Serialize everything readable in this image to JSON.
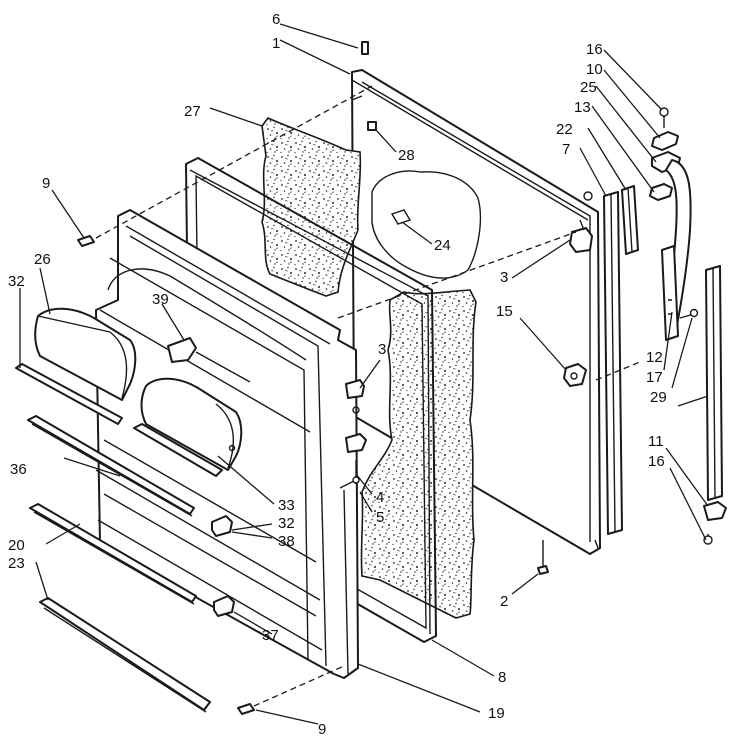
{
  "diagram": {
    "callouts": [
      {
        "id": "6a",
        "text": "6"
      },
      {
        "id": "1",
        "text": "1"
      },
      {
        "id": "27",
        "text": "27"
      },
      {
        "id": "28",
        "text": "28"
      },
      {
        "id": "9a",
        "text": "9"
      },
      {
        "id": "26",
        "text": "26"
      },
      {
        "id": "32a",
        "text": "32"
      },
      {
        "id": "39",
        "text": "39"
      },
      {
        "id": "24",
        "text": "24"
      },
      {
        "id": "3a",
        "text": "3"
      },
      {
        "id": "3b",
        "text": "3"
      },
      {
        "id": "15",
        "text": "15"
      },
      {
        "id": "4",
        "text": "4"
      },
      {
        "id": "5",
        "text": "5"
      },
      {
        "id": "36",
        "text": "36"
      },
      {
        "id": "33",
        "text": "33"
      },
      {
        "id": "32b",
        "text": "32"
      },
      {
        "id": "38",
        "text": "38"
      },
      {
        "id": "20",
        "text": "20"
      },
      {
        "id": "23",
        "text": "23"
      },
      {
        "id": "37",
        "text": "37"
      },
      {
        "id": "2",
        "text": "2"
      },
      {
        "id": "8",
        "text": "8"
      },
      {
        "id": "19",
        "text": "19"
      },
      {
        "id": "9b",
        "text": "9"
      },
      {
        "id": "16a",
        "text": "16"
      },
      {
        "id": "10",
        "text": "10"
      },
      {
        "id": "25",
        "text": "25"
      },
      {
        "id": "13",
        "text": "13"
      },
      {
        "id": "22",
        "text": "22"
      },
      {
        "id": "7",
        "text": "7"
      },
      {
        "id": "12",
        "text": "12"
      },
      {
        "id": "17",
        "text": "17"
      },
      {
        "id": "29",
        "text": "29"
      },
      {
        "id": "11",
        "text": "11"
      },
      {
        "id": "16b",
        "text": "16"
      }
    ]
  }
}
